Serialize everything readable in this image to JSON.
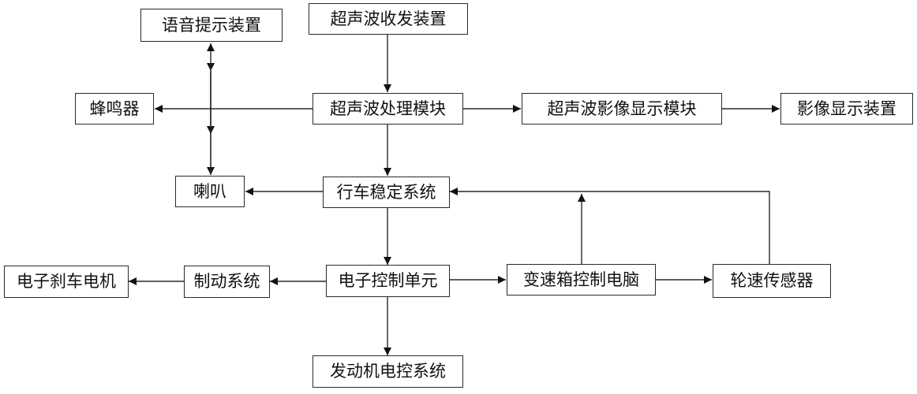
{
  "diagram": {
    "nodes": {
      "voice_prompt": "语音提示装置",
      "ultrasonic_transceiver": "超声波收发装置",
      "buzzer": "蜂鸣器",
      "ultrasonic_processing": "超声波处理模块",
      "ultrasonic_image_display_module": "超声波影像显示模块",
      "image_display": "影像显示装置",
      "speaker": "喇叭",
      "vehicle_stability": "行车稳定系统",
      "electric_brake_motor": "电子刹车电机",
      "brake_system": "制动系统",
      "ecu": "电子控制单元",
      "transmission_computer": "变速箱控制电脑",
      "wheel_speed_sensor": "轮速传感器",
      "engine_control": "发动机电控系统"
    },
    "edges": [
      {
        "from": "ultrasonic_transceiver",
        "to": "ultrasonic_processing"
      },
      {
        "from": "ultrasonic_processing",
        "to": "buzzer"
      },
      {
        "from": "ultrasonic_processing",
        "to": "ultrasonic_image_display_module"
      },
      {
        "from": "ultrasonic_image_display_module",
        "to": "image_display"
      },
      {
        "from": "ultrasonic_processing",
        "to": "vehicle_stability"
      },
      {
        "from": "vehicle_stability",
        "to": "speaker"
      },
      {
        "from": "speaker",
        "to": "voice_prompt"
      },
      {
        "from": "voice_prompt",
        "to": "speaker"
      },
      {
        "from": "vehicle_stability",
        "to": "ecu"
      },
      {
        "from": "ecu",
        "to": "brake_system"
      },
      {
        "from": "brake_system",
        "to": "electric_brake_motor"
      },
      {
        "from": "ecu",
        "to": "transmission_computer"
      },
      {
        "from": "transmission_computer",
        "to": "wheel_speed_sensor"
      },
      {
        "from": "transmission_computer",
        "to": "vehicle_stability"
      },
      {
        "from": "wheel_speed_sensor",
        "to": "vehicle_stability"
      },
      {
        "from": "ecu",
        "to": "engine_control"
      }
    ],
    "colors": {
      "line": "#2a2a2a",
      "text": "#111111",
      "background": "#ffffff"
    }
  }
}
